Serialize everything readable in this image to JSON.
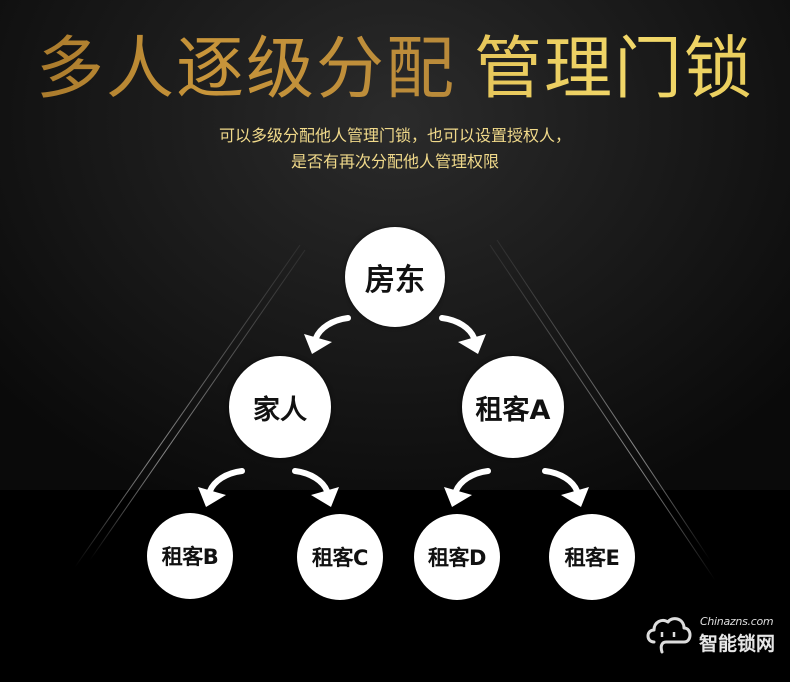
{
  "header": {
    "title_part1": "多人逐级分配",
    "title_part2": "管理门锁",
    "subtitle_line1": "可以多级分配他人管理门锁，也可以设置授权人，",
    "subtitle_line2": "是否有再次分配他人管理权限"
  },
  "tree": {
    "root": {
      "label": "房东"
    },
    "level2": [
      {
        "label": "家人"
      },
      {
        "label": "租客A"
      }
    ],
    "level3": [
      {
        "label": "租客B",
        "parent": "家人"
      },
      {
        "label": "租客C",
        "parent": "家人"
      },
      {
        "label": "租客D",
        "parent": "租客A"
      },
      {
        "label": "租客E",
        "parent": "租客A"
      }
    ]
  },
  "watermark": {
    "site_en": "Chinazns.com",
    "site_cn": "智能锁网",
    "icon": "cloud-face-icon"
  },
  "colors": {
    "title_left_gold": "#c8953a",
    "title_right_gold": "#f2d86a",
    "subtitle_gold": "#f0d98a",
    "node_fill": "#ffffff",
    "node_text": "#111111",
    "background_top": "#2b2b2b",
    "background_bottom": "#000000"
  }
}
